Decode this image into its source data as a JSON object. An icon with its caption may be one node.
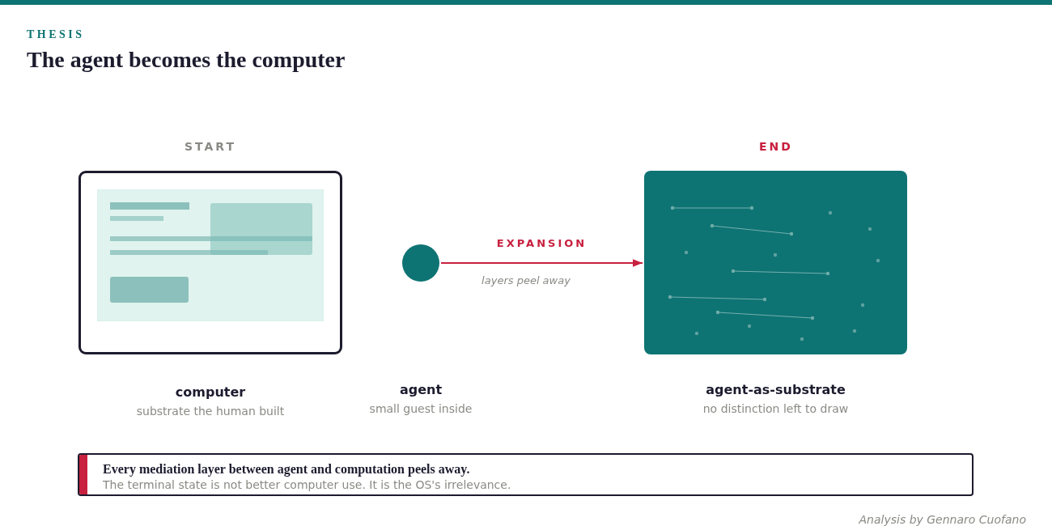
{
  "diagram": {
    "title": "The agent becomes the computer",
    "nodes": [
      {
        "text": [
          "computer",
          "substrate the human built"
        ]
      },
      {
        "text": [],
        "shape": "circle"
      },
      {
        "text": [
          "agent-as-substrate",
          "no distinction left to draw"
        ]
      },
      {
        "text": [
          "Every mediation layer between agent and computation peels away.",
          "The terminal state is not better computer use. It is the OS's irrelevance."
        ]
      }
    ],
    "edges": [
      {
        "from": 1,
        "to": 2,
        "arrow": "to",
        "label": "EXPANSION",
        "color": "#c8203f"
      }
    ],
    "labels": [
      "THESIS",
      "START",
      "END",
      "layers peel away",
      "agent",
      "small guest inside",
      "Analysis by Gennaro Cuofano"
    ]
  }
}
